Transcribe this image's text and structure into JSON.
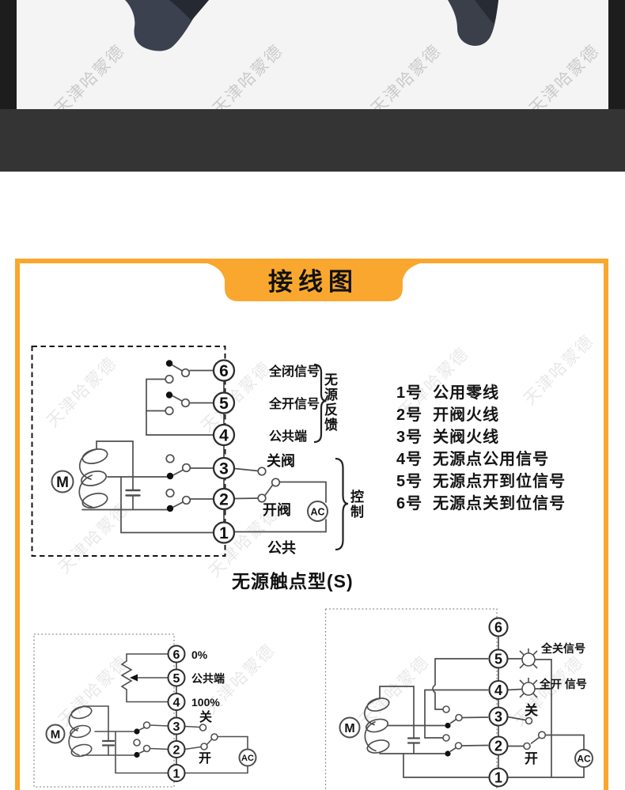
{
  "brand": {
    "watermark_text": "天津哈蒙德"
  },
  "colors": {
    "accent_orange": "#F9A72E",
    "divider_band": "#343434",
    "photo_background": "#F4F4F4"
  },
  "header": {
    "tab_label": "接线图"
  },
  "legend": {
    "items": [
      {
        "num": "1号",
        "desc": "公用零线"
      },
      {
        "num": "2号",
        "desc": "开阀火线"
      },
      {
        "num": "3号",
        "desc": "关阀火线"
      },
      {
        "num": "4号",
        "desc": "无源点公用信号"
      },
      {
        "num": "5号",
        "desc": "无源点开到位信号"
      },
      {
        "num": "6号",
        "desc": "无源点关到位信号"
      }
    ]
  },
  "diagram_passive": {
    "caption": "无源触点型(S)",
    "motor": "M",
    "ac": "AC",
    "terminals": [
      "6",
      "5",
      "4",
      "3",
      "2",
      "1"
    ],
    "label_t6": "全闭信号",
    "label_t5": "全开信号",
    "label_t4": "公共端",
    "label_t3": "关阀",
    "label_t2": "开阀",
    "label_t1": "公共",
    "group_feedback": "无源反馈",
    "group_control": "控制"
  },
  "diagram_potentiometer": {
    "motor": "M",
    "ac": "AC",
    "terminals": [
      "6",
      "5",
      "4",
      "3",
      "2",
      "1"
    ],
    "label_t6": "0%",
    "label_t5": "公共端",
    "label_t4": "100%",
    "label_t3": "关",
    "label_t2": "开"
  },
  "diagram_lamp": {
    "motor": "M",
    "ac": "AC",
    "terminals": [
      "6",
      "5",
      "4",
      "3",
      "2",
      "1"
    ],
    "label_t5": "全关信号",
    "label_t4": "全开 信号",
    "label_t3": "关",
    "label_t2": "开"
  }
}
